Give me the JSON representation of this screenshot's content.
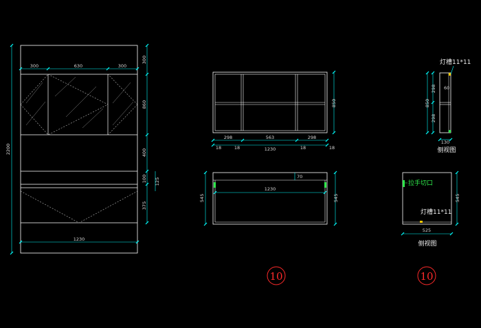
{
  "colors": {
    "background": "#000000",
    "outline": "#ffffff",
    "dimension": "#00ffff",
    "dim_text": "#d8d8d8",
    "hidden_line": "#b8b8b8",
    "green_note": "#2ee84a",
    "red_mark": "#ff2a2a"
  },
  "front_view": {
    "dims_top": [
      "300",
      "630",
      "300"
    ],
    "dims_right": [
      "300",
      "860",
      "400",
      "100",
      "375"
    ],
    "dim_right_outer": "125",
    "dim_left": "2200",
    "dim_bottom": "1230"
  },
  "top_right_view": {
    "dims_bottom": [
      "298",
      "563",
      "298"
    ],
    "dim_bottom_total": "1230",
    "dims_small": [
      "18",
      "18",
      "18",
      "18"
    ],
    "dim_right": "850"
  },
  "mid_right_view": {
    "dim_top": "1230",
    "dim_small": "70",
    "dim_left": "545",
    "dim_right": "545"
  },
  "side_view_top": {
    "label_groove": "灯槽11*11",
    "dims_left": [
      "298",
      "298"
    ],
    "dim_left_outer": "850",
    "dim_inner": "60",
    "dim_bottom": "130",
    "caption": "侧视图"
  },
  "side_view_bottom": {
    "label_handle": "拉手切口",
    "label_groove": "灯槽11*11",
    "dim_right": "545",
    "dim_bottom": "525",
    "caption": "侧视图"
  },
  "marks": [
    "10",
    "10"
  ]
}
